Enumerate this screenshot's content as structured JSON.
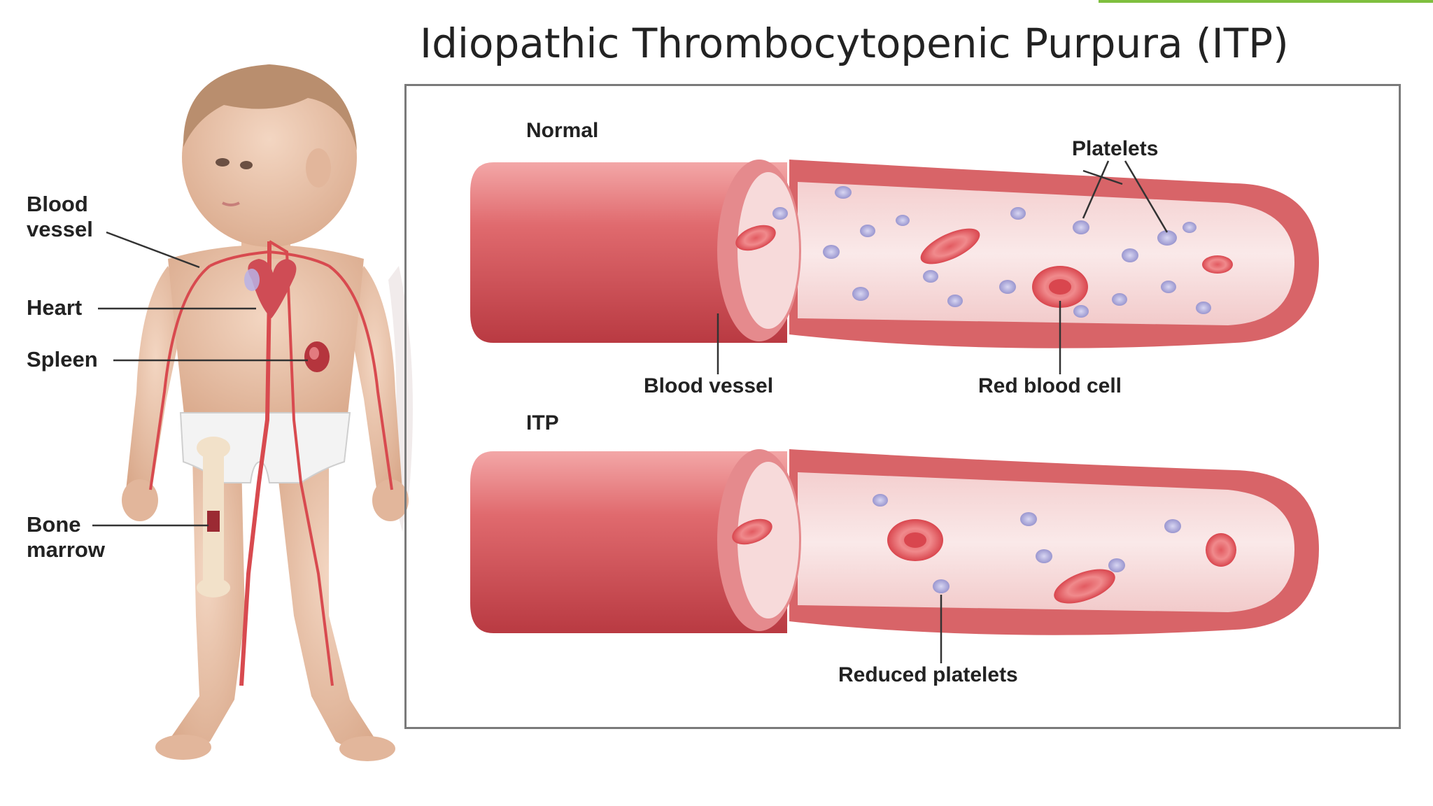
{
  "title": "Idiopathic Thrombocytopenic Purpura (ITP)",
  "body_labels": {
    "blood_vessel_line1": "Blood",
    "blood_vessel_line2": "vessel",
    "heart": "Heart",
    "spleen": "Spleen",
    "bone_marrow_line1": "Bone",
    "bone_marrow_line2": "marrow"
  },
  "normal_panel": {
    "heading": "Normal",
    "platelets": "Platelets",
    "blood_vessel": "Blood vessel",
    "red_blood_cell": "Red blood cell"
  },
  "itp_panel": {
    "heading": "ITP",
    "reduced_platelets": "Reduced platelets"
  },
  "colors": {
    "vessel_red": "#d9565c",
    "vessel_inner": "#f6dede",
    "platelet": "#a9a6d8",
    "skin": "#e9c3a8",
    "accent_strip": "#7fbf3f"
  }
}
